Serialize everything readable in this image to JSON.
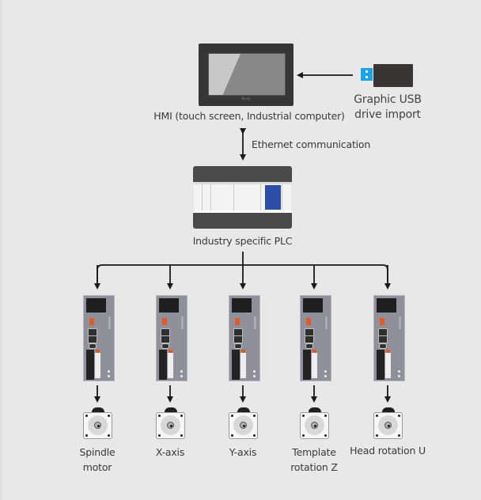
{
  "diagram": {
    "hmi": {
      "label": "HMI (touch screen, Industrial computer)",
      "brand": "Kinco"
    },
    "usb": {
      "label_line1": "Graphic USB",
      "label_line2": "drive import",
      "plug_color": "#1aa3e8"
    },
    "link": {
      "label": "Ethernet communication"
    },
    "plc": {
      "label": "Industry specific PLC",
      "accent_color": "#2b4ea8"
    },
    "axes": [
      {
        "line1": "Spindle",
        "line2": "motor"
      },
      {
        "line1": "X-axis",
        "line2": ""
      },
      {
        "line1": "Y-axis",
        "line2": ""
      },
      {
        "line1": "Template",
        "line2": "rotation Z"
      },
      {
        "line1": "Head rotation U",
        "line2": ""
      }
    ],
    "edges": [
      {
        "from": "usb",
        "to": "hmi",
        "type": "arrow"
      },
      {
        "from": "hmi",
        "to": "plc",
        "type": "bidirectional",
        "label": "Ethernet communication"
      },
      {
        "from": "plc",
        "to": "drive-1",
        "type": "arrow"
      },
      {
        "from": "plc",
        "to": "drive-2",
        "type": "arrow"
      },
      {
        "from": "plc",
        "to": "drive-3",
        "type": "arrow"
      },
      {
        "from": "plc",
        "to": "drive-4",
        "type": "arrow"
      },
      {
        "from": "plc",
        "to": "drive-5",
        "type": "arrow"
      },
      {
        "from": "drive-1",
        "to": "motor-1",
        "type": "arrow"
      },
      {
        "from": "drive-2",
        "to": "motor-2",
        "type": "arrow"
      },
      {
        "from": "drive-3",
        "to": "motor-3",
        "type": "arrow"
      },
      {
        "from": "drive-4",
        "to": "motor-4",
        "type": "arrow"
      },
      {
        "from": "drive-5",
        "to": "motor-5",
        "type": "arrow"
      }
    ]
  }
}
